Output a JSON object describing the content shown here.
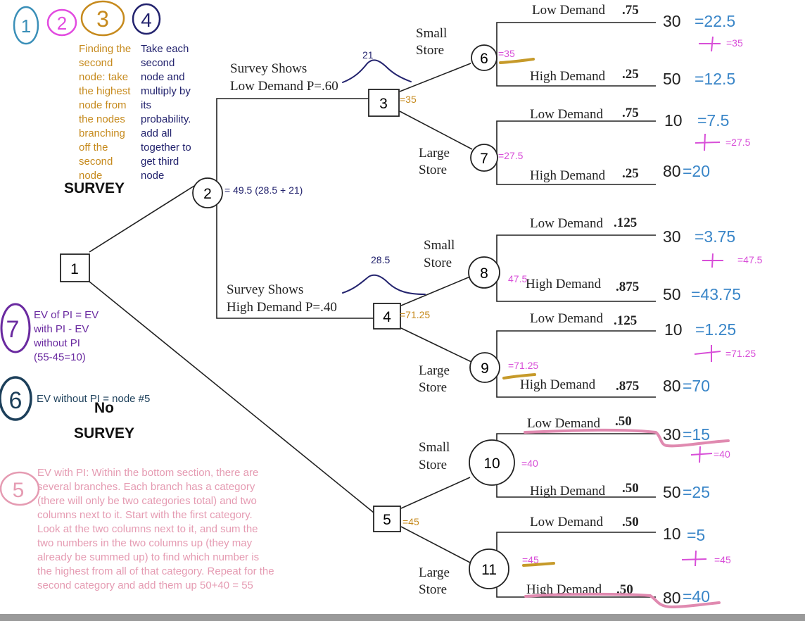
{
  "step_markers": [
    "1",
    "2",
    "3",
    "4",
    "7",
    "6",
    "5"
  ],
  "colors": {
    "tree_line": "#222222",
    "payoff_blue": "#3a86c8",
    "node_value_pink": "#d84fd8",
    "step4_navy": "#23236e",
    "step3_gold": "#c68a1d",
    "step1_blue": "#3a8fb8",
    "step2_magenta": "#e24be0",
    "step7_purple": "#6a2aa0",
    "step6_teal": "#1c3f5a",
    "step5_pink": "#e59bb2",
    "highlight_gold": "#c69a2a",
    "highlight_pink": "#e08ab0"
  },
  "labels": {
    "survey": "SURVEY",
    "no_survey_1": "No",
    "no_survey_2": "SURVEY",
    "survey_low": "Survey Shows",
    "survey_low_2": "Low Demand  P=.60",
    "survey_high": "Survey Shows",
    "survey_high_2": "High Demand  P=.40",
    "small": "Small",
    "store": "Store",
    "large": "Large"
  },
  "nodes": [
    {
      "id": "1",
      "shape": "square"
    },
    {
      "id": "2",
      "shape": "circle"
    },
    {
      "id": "3",
      "shape": "square"
    },
    {
      "id": "4",
      "shape": "square"
    },
    {
      "id": "5",
      "shape": "square"
    },
    {
      "id": "6",
      "shape": "circle"
    },
    {
      "id": "7",
      "shape": "circle"
    },
    {
      "id": "8",
      "shape": "circle"
    },
    {
      "id": "9",
      "shape": "circle"
    },
    {
      "id": "10",
      "shape": "circle"
    },
    {
      "id": "11",
      "shape": "circle"
    }
  ],
  "branches": [
    {
      "label": "Low Demand",
      "prob": ".75",
      "payoff": "30",
      "ev": "=22.5"
    },
    {
      "label": "High Demand",
      "prob": ".25",
      "payoff": "50",
      "ev": "=12.5"
    },
    {
      "label": "Low Demand",
      "prob": ".75",
      "payoff": "10",
      "ev": "=7.5"
    },
    {
      "label": "High Demand",
      "prob": ".25",
      "payoff": "80",
      "ev": "=20"
    },
    {
      "label": "Low Demand",
      "prob": ".125",
      "payoff": "30",
      "ev": "=3.75"
    },
    {
      "label": "High Demand",
      "prob": ".875",
      "payoff": "50",
      "ev": "=43.75"
    },
    {
      "label": "Low Demand",
      "prob": ".125",
      "payoff": "10",
      "ev": "=1.25"
    },
    {
      "label": "High Demand",
      "prob": ".875",
      "payoff": "80",
      "ev": "=70"
    },
    {
      "label": "Low Demand",
      "prob": ".50",
      "payoff": "30",
      "ev": "=15"
    },
    {
      "label": "High Demand",
      "prob": ".50",
      "payoff": "50",
      "ev": "=25"
    },
    {
      "label": "Low Demand",
      "prob": ".50",
      "payoff": "10",
      "ev": "=5"
    },
    {
      "label": "High Demand",
      "prob": ".50",
      "payoff": "80",
      "ev": "=40"
    }
  ],
  "sums": [
    "=35",
    "=27.5",
    "=47.5",
    "=71.25",
    "=40",
    "=45"
  ],
  "node_values": {
    "n2": "= 49.5 (28.5 + 21)",
    "n3": "=35",
    "n4": "=71.25",
    "n5": "=45",
    "n6": "=35",
    "n7": "=27.5",
    "n8": "47.5",
    "n9": "=71.25",
    "n10": "=40",
    "n11": "=45",
    "arc_low": "21",
    "arc_high": "28.5"
  },
  "notes": {
    "step3": [
      "Finding the",
      "second",
      "node: take",
      "the highest",
      "node from",
      "the nodes",
      "branching",
      "off the",
      "second",
      "node"
    ],
    "step4": [
      "Take each",
      "second",
      "node and",
      "multiply by",
      "its",
      "probability.",
      "add all",
      "together to",
      "get third",
      "node"
    ],
    "step7": [
      "EV of PI = EV",
      "with PI - EV",
      "without PI",
      "(55-45=10)"
    ],
    "step6": "EV without PI = node #5",
    "step5": [
      "EV with PI:  Within the bottom section, there are",
      "several branches. Each branch has a category",
      "(there will only be two categories total) and two",
      "columns next to it. Start with the first category.",
      "Look at the two columns next to it, and sum the",
      "two numbers in the two columns up (they may",
      "already be summed up) to find which number is",
      "the highest from all of that category. Repeat for the",
      "second category and add them up   50+40 = 55"
    ]
  }
}
